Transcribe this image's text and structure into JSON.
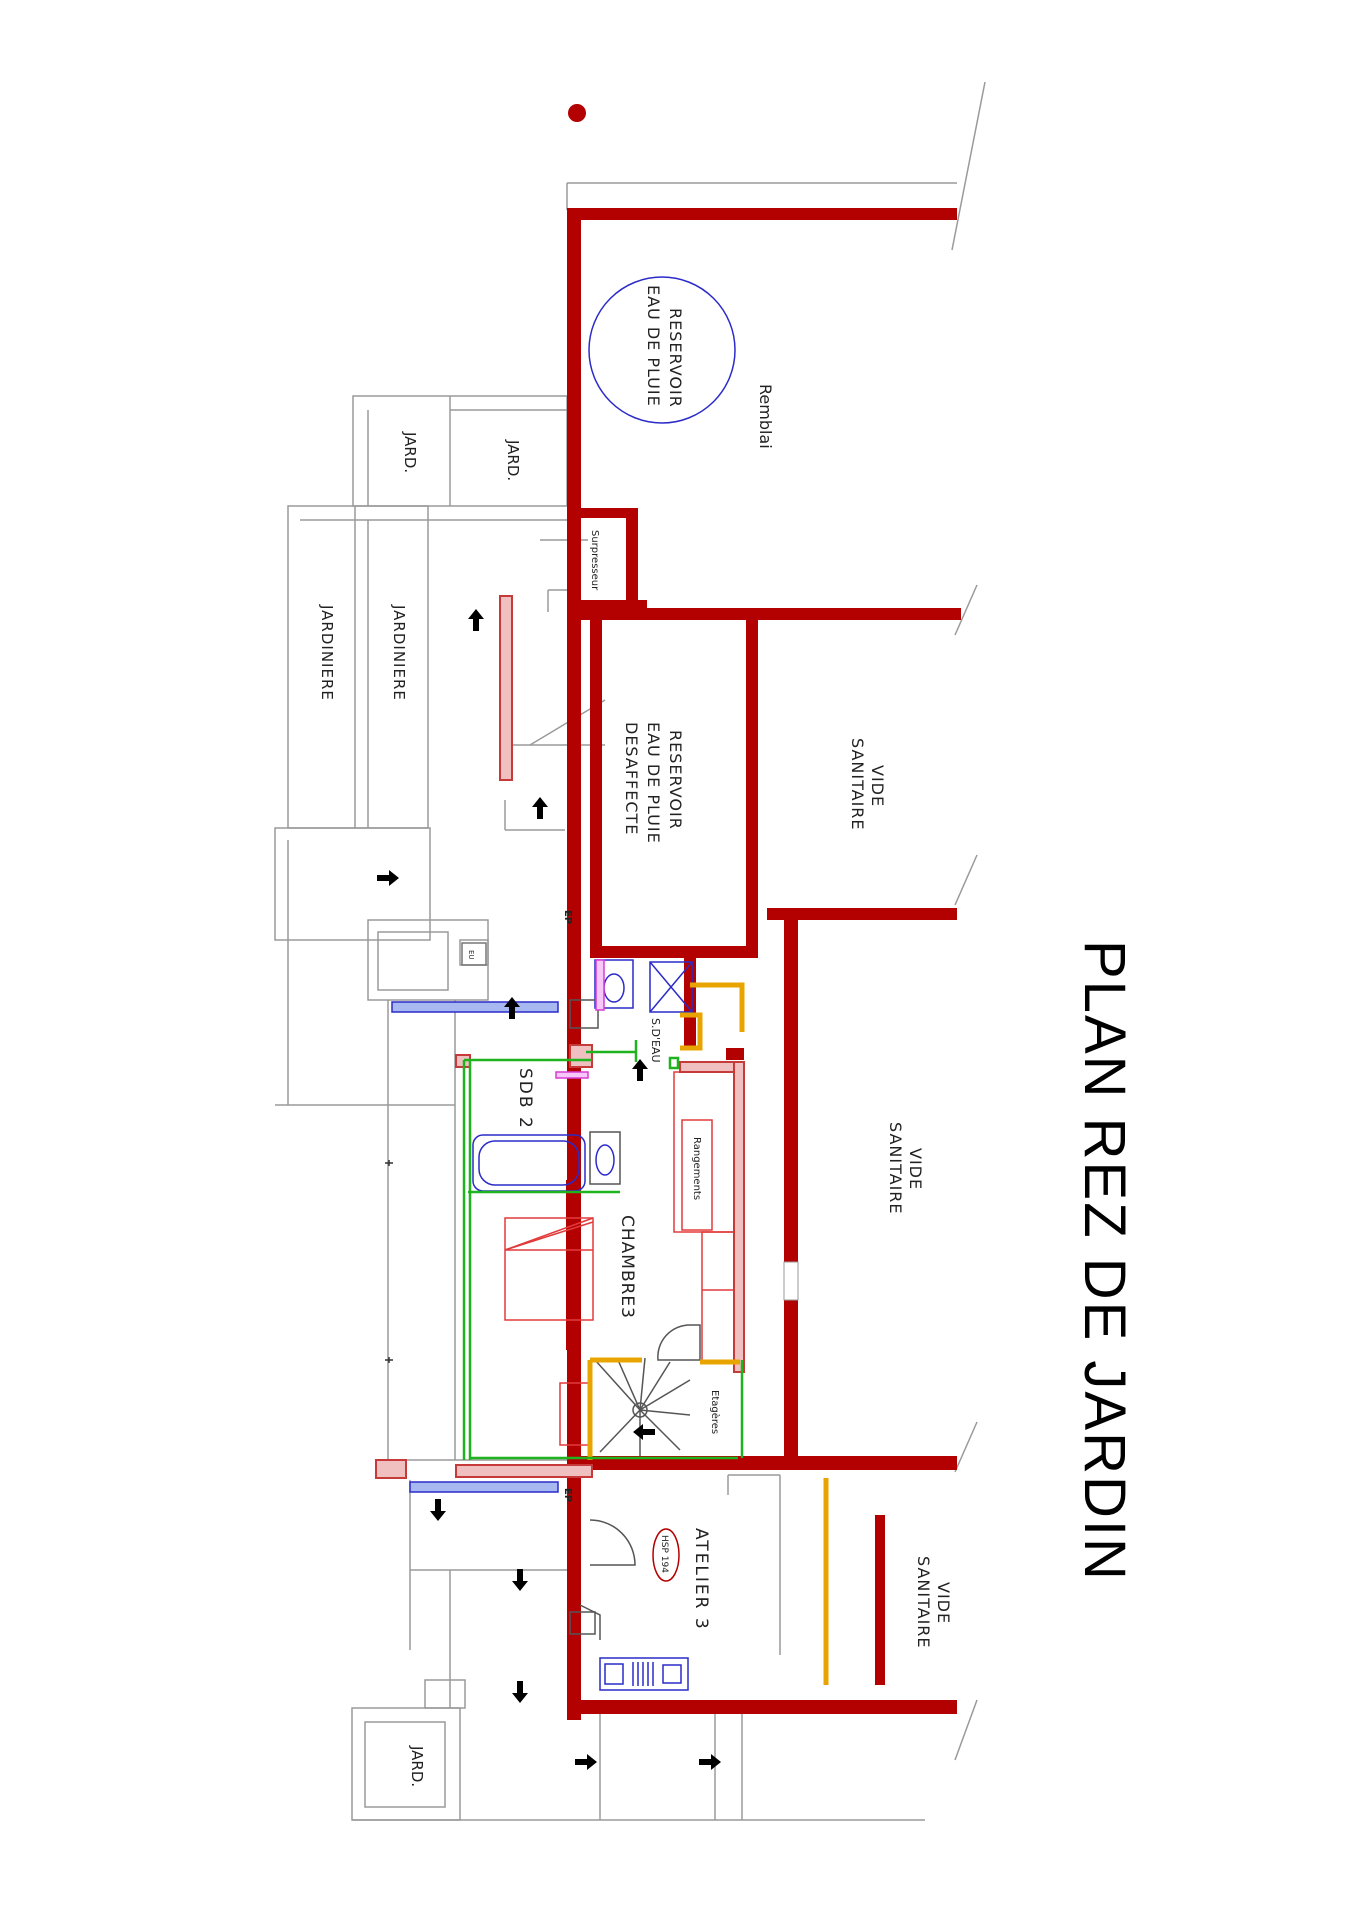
{
  "title": "PLAN REZ DE JARDIN",
  "colors": {
    "wall": "#b30000",
    "thin": "#9a9a9a",
    "fixture": "#2b2bc9",
    "brick": "#c63a3a",
    "yellow": "#e8a400",
    "green": "#1fb31f",
    "magenta": "#d63cd6",
    "pink": "#e23a3a"
  },
  "rooms": {
    "reservoir_1": [
      "RESERVOIR",
      "EAU DE PLUIE"
    ],
    "remblai": "Remblai",
    "jard_a": "JARD.",
    "jard_b": "JARD.",
    "surpresseur": "Surpresseur",
    "jardiniere_a": "JARDINIERE",
    "jardiniere_b": "JARDINIERE",
    "reservoir_2": [
      "RESERVOIR",
      "EAU DE PLUIE",
      "DESAFFECTE"
    ],
    "vide_1": [
      "VIDE",
      "SANITAIRE"
    ],
    "vide_2": [
      "VIDE",
      "SANITAIRE"
    ],
    "vide_3": [
      "VIDE",
      "SANITAIRE"
    ],
    "sdeau": "S.D'EAU",
    "sdb": "SDB 2",
    "rangements": "Rangements",
    "chambre": "CHAMBRE3",
    "etageres": "Etagères",
    "atelier": "ATELIER 3",
    "hsp": "HSP 194",
    "jard_c": "JARD.",
    "eu": "EU"
  },
  "markers": {
    "ep_1": "EP",
    "ep_2": "EP"
  }
}
